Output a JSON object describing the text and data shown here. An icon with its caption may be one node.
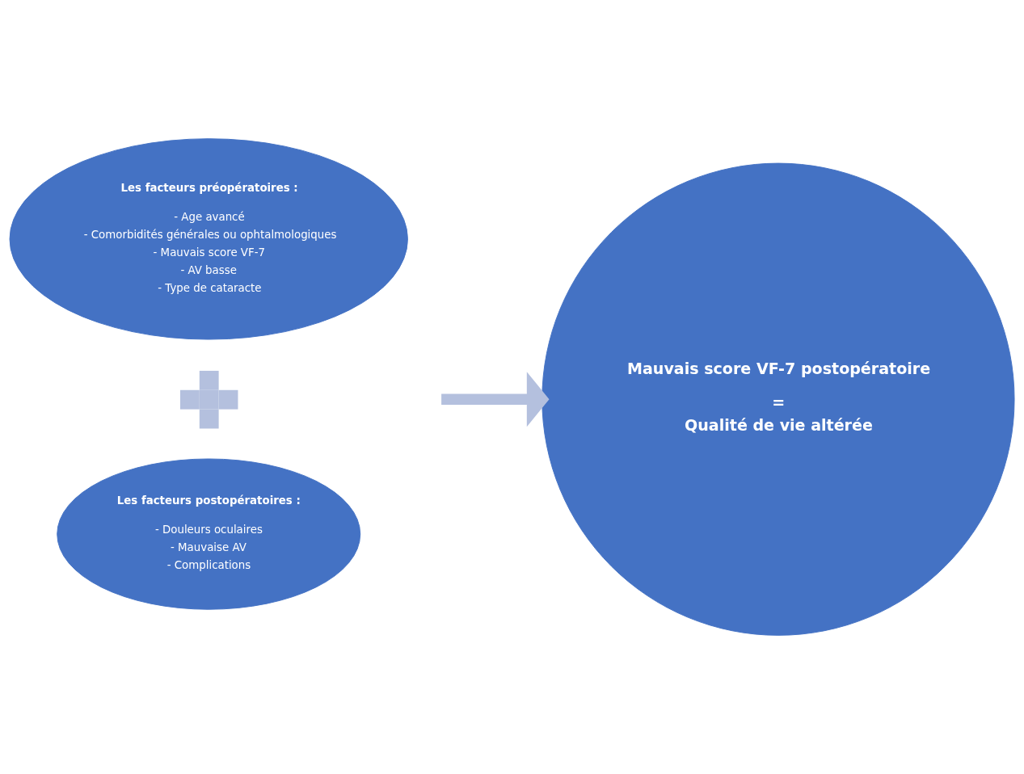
{
  "diagram": {
    "nodes": [
      {
        "text": [
          "Les facteurs préopératoires :",
          "- Age avancé",
          "- Comorbidités générales ou ophtalmologiques",
          "- Mauvais score VF-7",
          "- AV basse",
          "- Type de cataracte"
        ]
      },
      {
        "text": [],
        "shape": "plus"
      },
      {
        "text": [
          "Les facteurs postopératoires :",
          "- Douleurs oculaires",
          "- Mauvaise AV",
          "- Complications"
        ]
      },
      {
        "text": [
          "Mauvais score VF-7 postopératoire",
          "=",
          "Qualité de vie altérée"
        ]
      }
    ],
    "edges": [
      {
        "from": null,
        "to": 3,
        "arrow": "to",
        "color": "#b4c0de"
      }
    ]
  }
}
